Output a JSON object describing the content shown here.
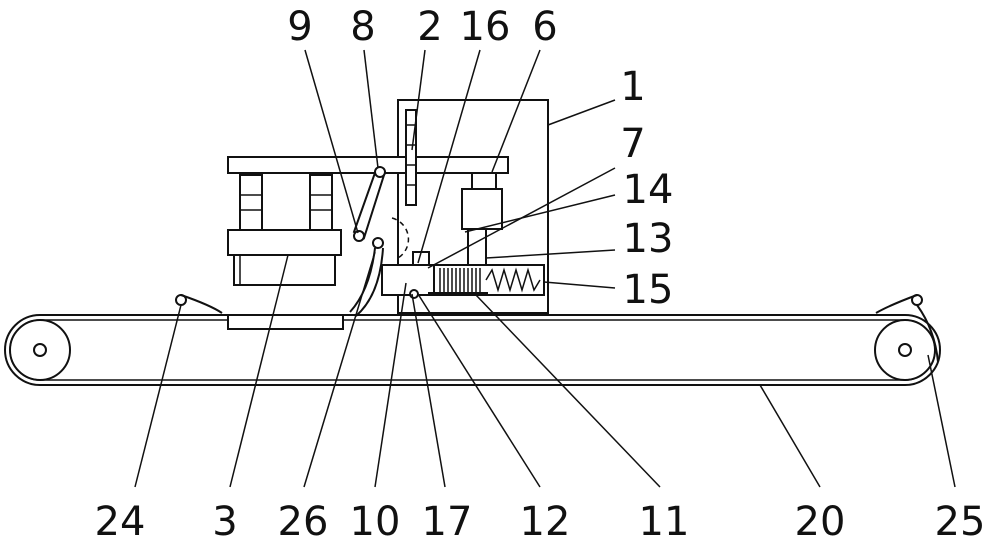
{
  "diagram": {
    "labels": {
      "l9": "9",
      "l8": "8",
      "l2": "2",
      "l16": "16",
      "l6": "6",
      "l1": "1",
      "l7": "7",
      "l14": "14",
      "l13": "13",
      "l15": "15",
      "l24": "24",
      "l3": "3",
      "l26": "26",
      "l10": "10",
      "l17": "17",
      "l12": "12",
      "l11": "11",
      "l20": "20",
      "l25": "25"
    }
  }
}
